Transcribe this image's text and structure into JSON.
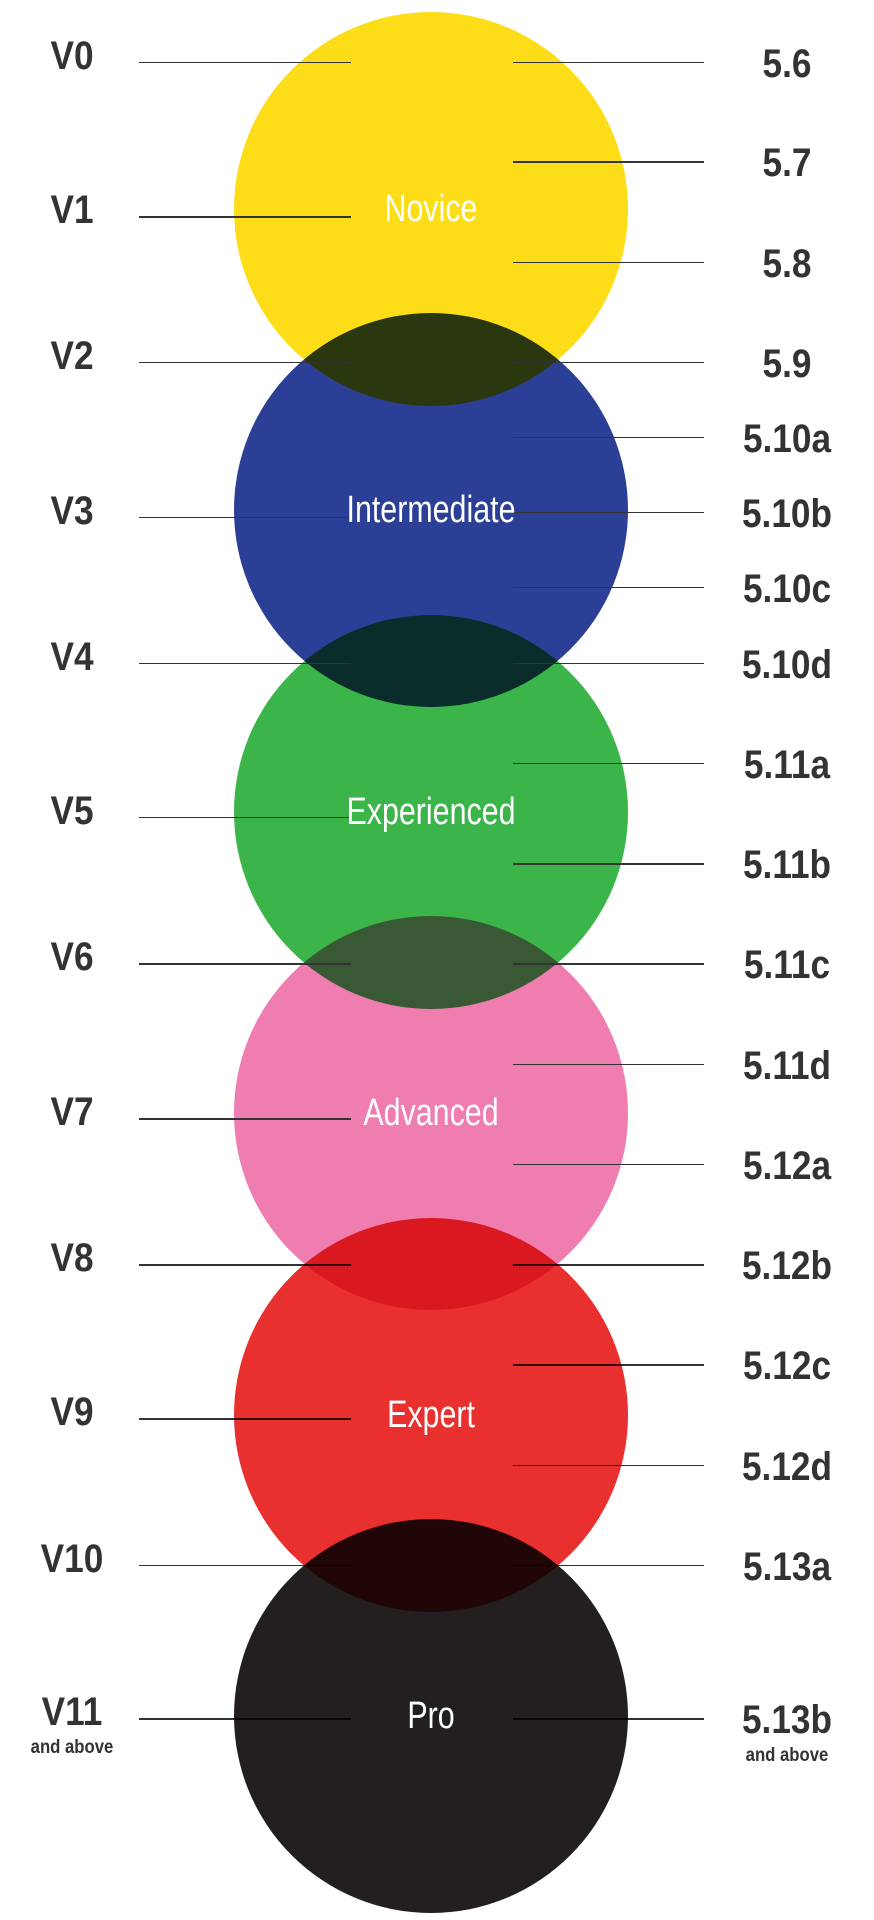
{
  "levels": [
    {
      "name": "Novice",
      "color": "#FDDD17"
    },
    {
      "name": "Intermediate",
      "color": "#2B3F96"
    },
    {
      "name": "Experienced",
      "color": "#3BB54A"
    },
    {
      "name": "Advanced",
      "color": "#F07DB0"
    },
    {
      "name": "Expert",
      "color": "#E8302E"
    },
    {
      "name": "Pro",
      "color": "#231F20"
    }
  ],
  "v_grades": [
    "V0",
    "V1",
    "V2",
    "V3",
    "V4",
    "V5",
    "V6",
    "V7",
    "V8",
    "V9",
    "V10",
    "V11"
  ],
  "v_note": "and above",
  "yds_grades": [
    "5.6",
    "5.7",
    "5.8",
    "5.9",
    "5.10a",
    "5.10b",
    "5.10c",
    "5.10d",
    "5.11a",
    "5.11b",
    "5.11c",
    "5.11d",
    "5.12a",
    "5.12b",
    "5.12c",
    "5.12d",
    "5.13a",
    "5.13b"
  ],
  "yds_note": "and above"
}
